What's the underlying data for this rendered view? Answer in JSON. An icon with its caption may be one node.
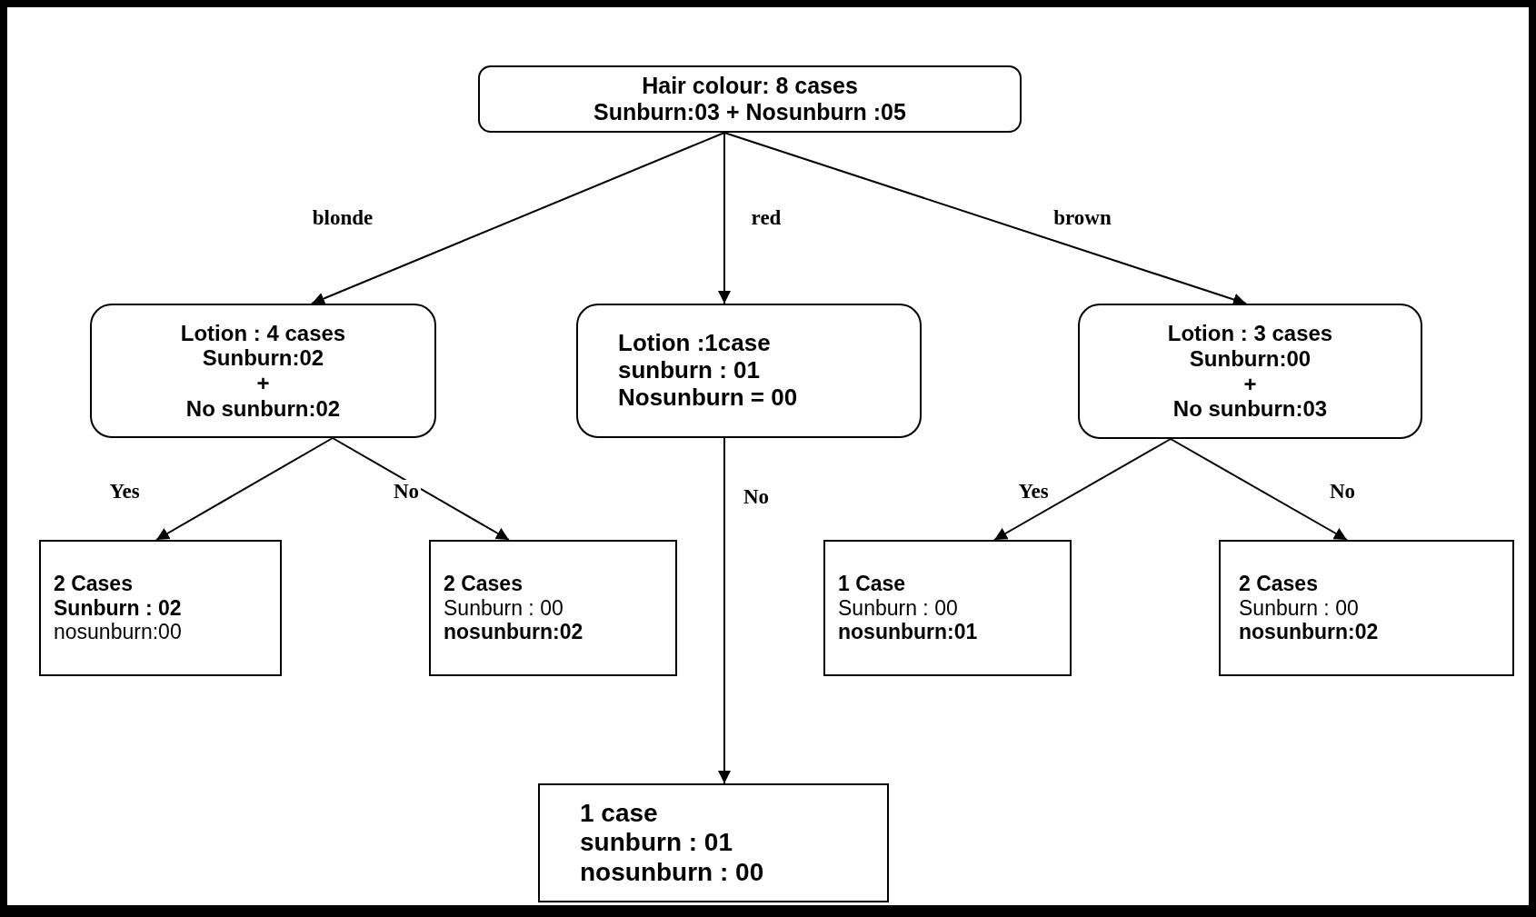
{
  "diagram": {
    "nodes": [
      {
        "text": [
          "Hair colour: 8 cases",
          "Sunburn:03 + Nosunburn :05"
        ]
      },
      {
        "text": [
          "Lotion : 4 cases",
          "Sunburn:02",
          "+",
          "No sunburn:02"
        ]
      },
      {
        "text": [
          "Lotion :1case",
          "sunburn : 01",
          "Nosunburn = 00"
        ]
      },
      {
        "text": [
          "Lotion : 3 cases",
          "Sunburn:00",
          "+",
          "No sunburn:03"
        ]
      },
      {
        "text": [
          "2 Cases",
          "Sunburn : 02",
          "nosunburn:00"
        ]
      },
      {
        "text": [
          "2 Cases",
          "Sunburn : 00",
          "nosunburn:02"
        ]
      },
      {
        "text": [
          "1 Case",
          "Sunburn : 00",
          "nosunburn:01"
        ]
      },
      {
        "text": [
          "2 Cases",
          "Sunburn : 00",
          "nosunburn:02"
        ]
      },
      {
        "text": [
          "1 case",
          "sunburn : 01",
          "nosunburn : 00"
        ]
      }
    ],
    "edges": [
      {
        "from": 0,
        "to": 1,
        "arrow": "to",
        "label": "blonde"
      },
      {
        "from": 0,
        "to": 2,
        "arrow": "to",
        "label": "red"
      },
      {
        "from": 0,
        "to": 3,
        "arrow": "to",
        "label": "brown"
      },
      {
        "from": 1,
        "to": 4,
        "arrow": "to",
        "label": "Yes"
      },
      {
        "from": 1,
        "to": 5,
        "arrow": "to",
        "label": "No"
      },
      {
        "from": 2,
        "to": 8,
        "arrow": "to",
        "label": "No"
      },
      {
        "from": 3,
        "to": 6,
        "arrow": "to",
        "label": "Yes"
      },
      {
        "from": 3,
        "to": 7,
        "arrow": "to",
        "label": "No"
      }
    ]
  }
}
